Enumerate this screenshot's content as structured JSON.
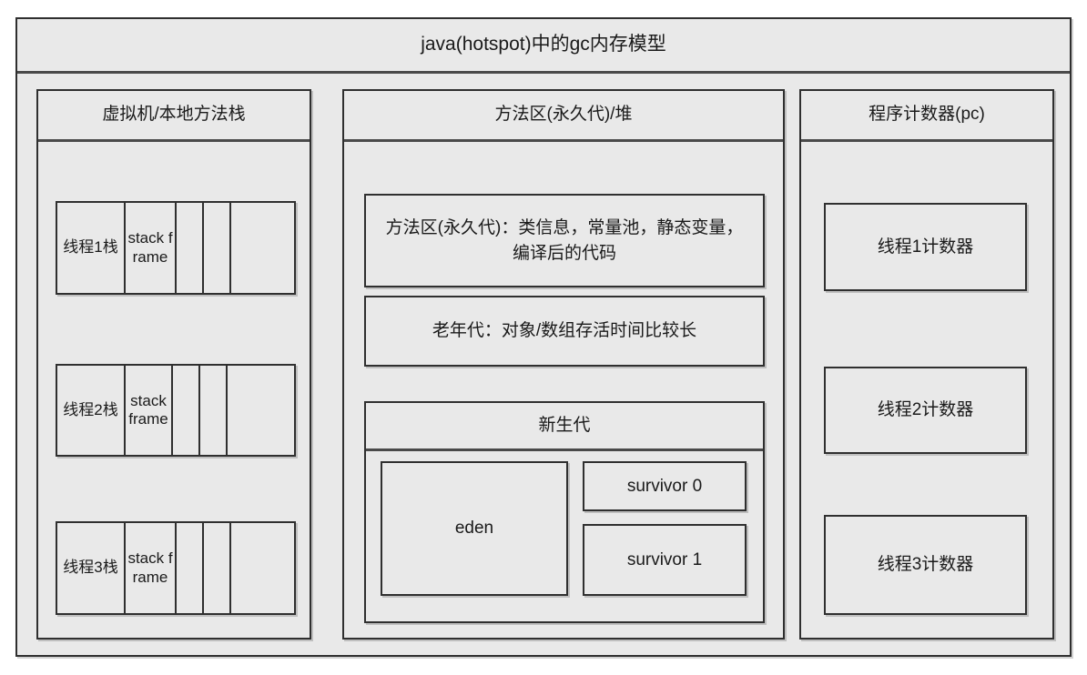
{
  "diagram": {
    "title": "java(hotspot)中的gc内存模型",
    "columns": {
      "stacks": {
        "title": "虚拟机/本地方法栈",
        "threads": [
          {
            "label": "线程1栈",
            "frame": "stack frame"
          },
          {
            "label": "线程2栈",
            "frame": "stack frame"
          },
          {
            "label": "线程3栈",
            "frame": "stack frame"
          }
        ]
      },
      "heap": {
        "title": "方法区(永久代)/堆",
        "method_area": "方法区(永久代)：类信息，常量池，静态变量，编译后的代码",
        "old_generation": "老年代：对象/数组存活时间比较长",
        "young_generation": {
          "title": "新生代",
          "eden": "eden",
          "survivor0": "survivor 0",
          "survivor1": "survivor 1"
        }
      },
      "pc": {
        "title": "程序计数器(pc)",
        "counters": [
          "线程1计数器",
          "线程2计数器",
          "线程3计数器"
        ]
      }
    },
    "colors": {
      "fill": "#e9e9e9",
      "stroke": "#2f2f2f",
      "rule": "#4a4a4a",
      "text": "#1a1a1a",
      "page": "#ffffff"
    }
  }
}
